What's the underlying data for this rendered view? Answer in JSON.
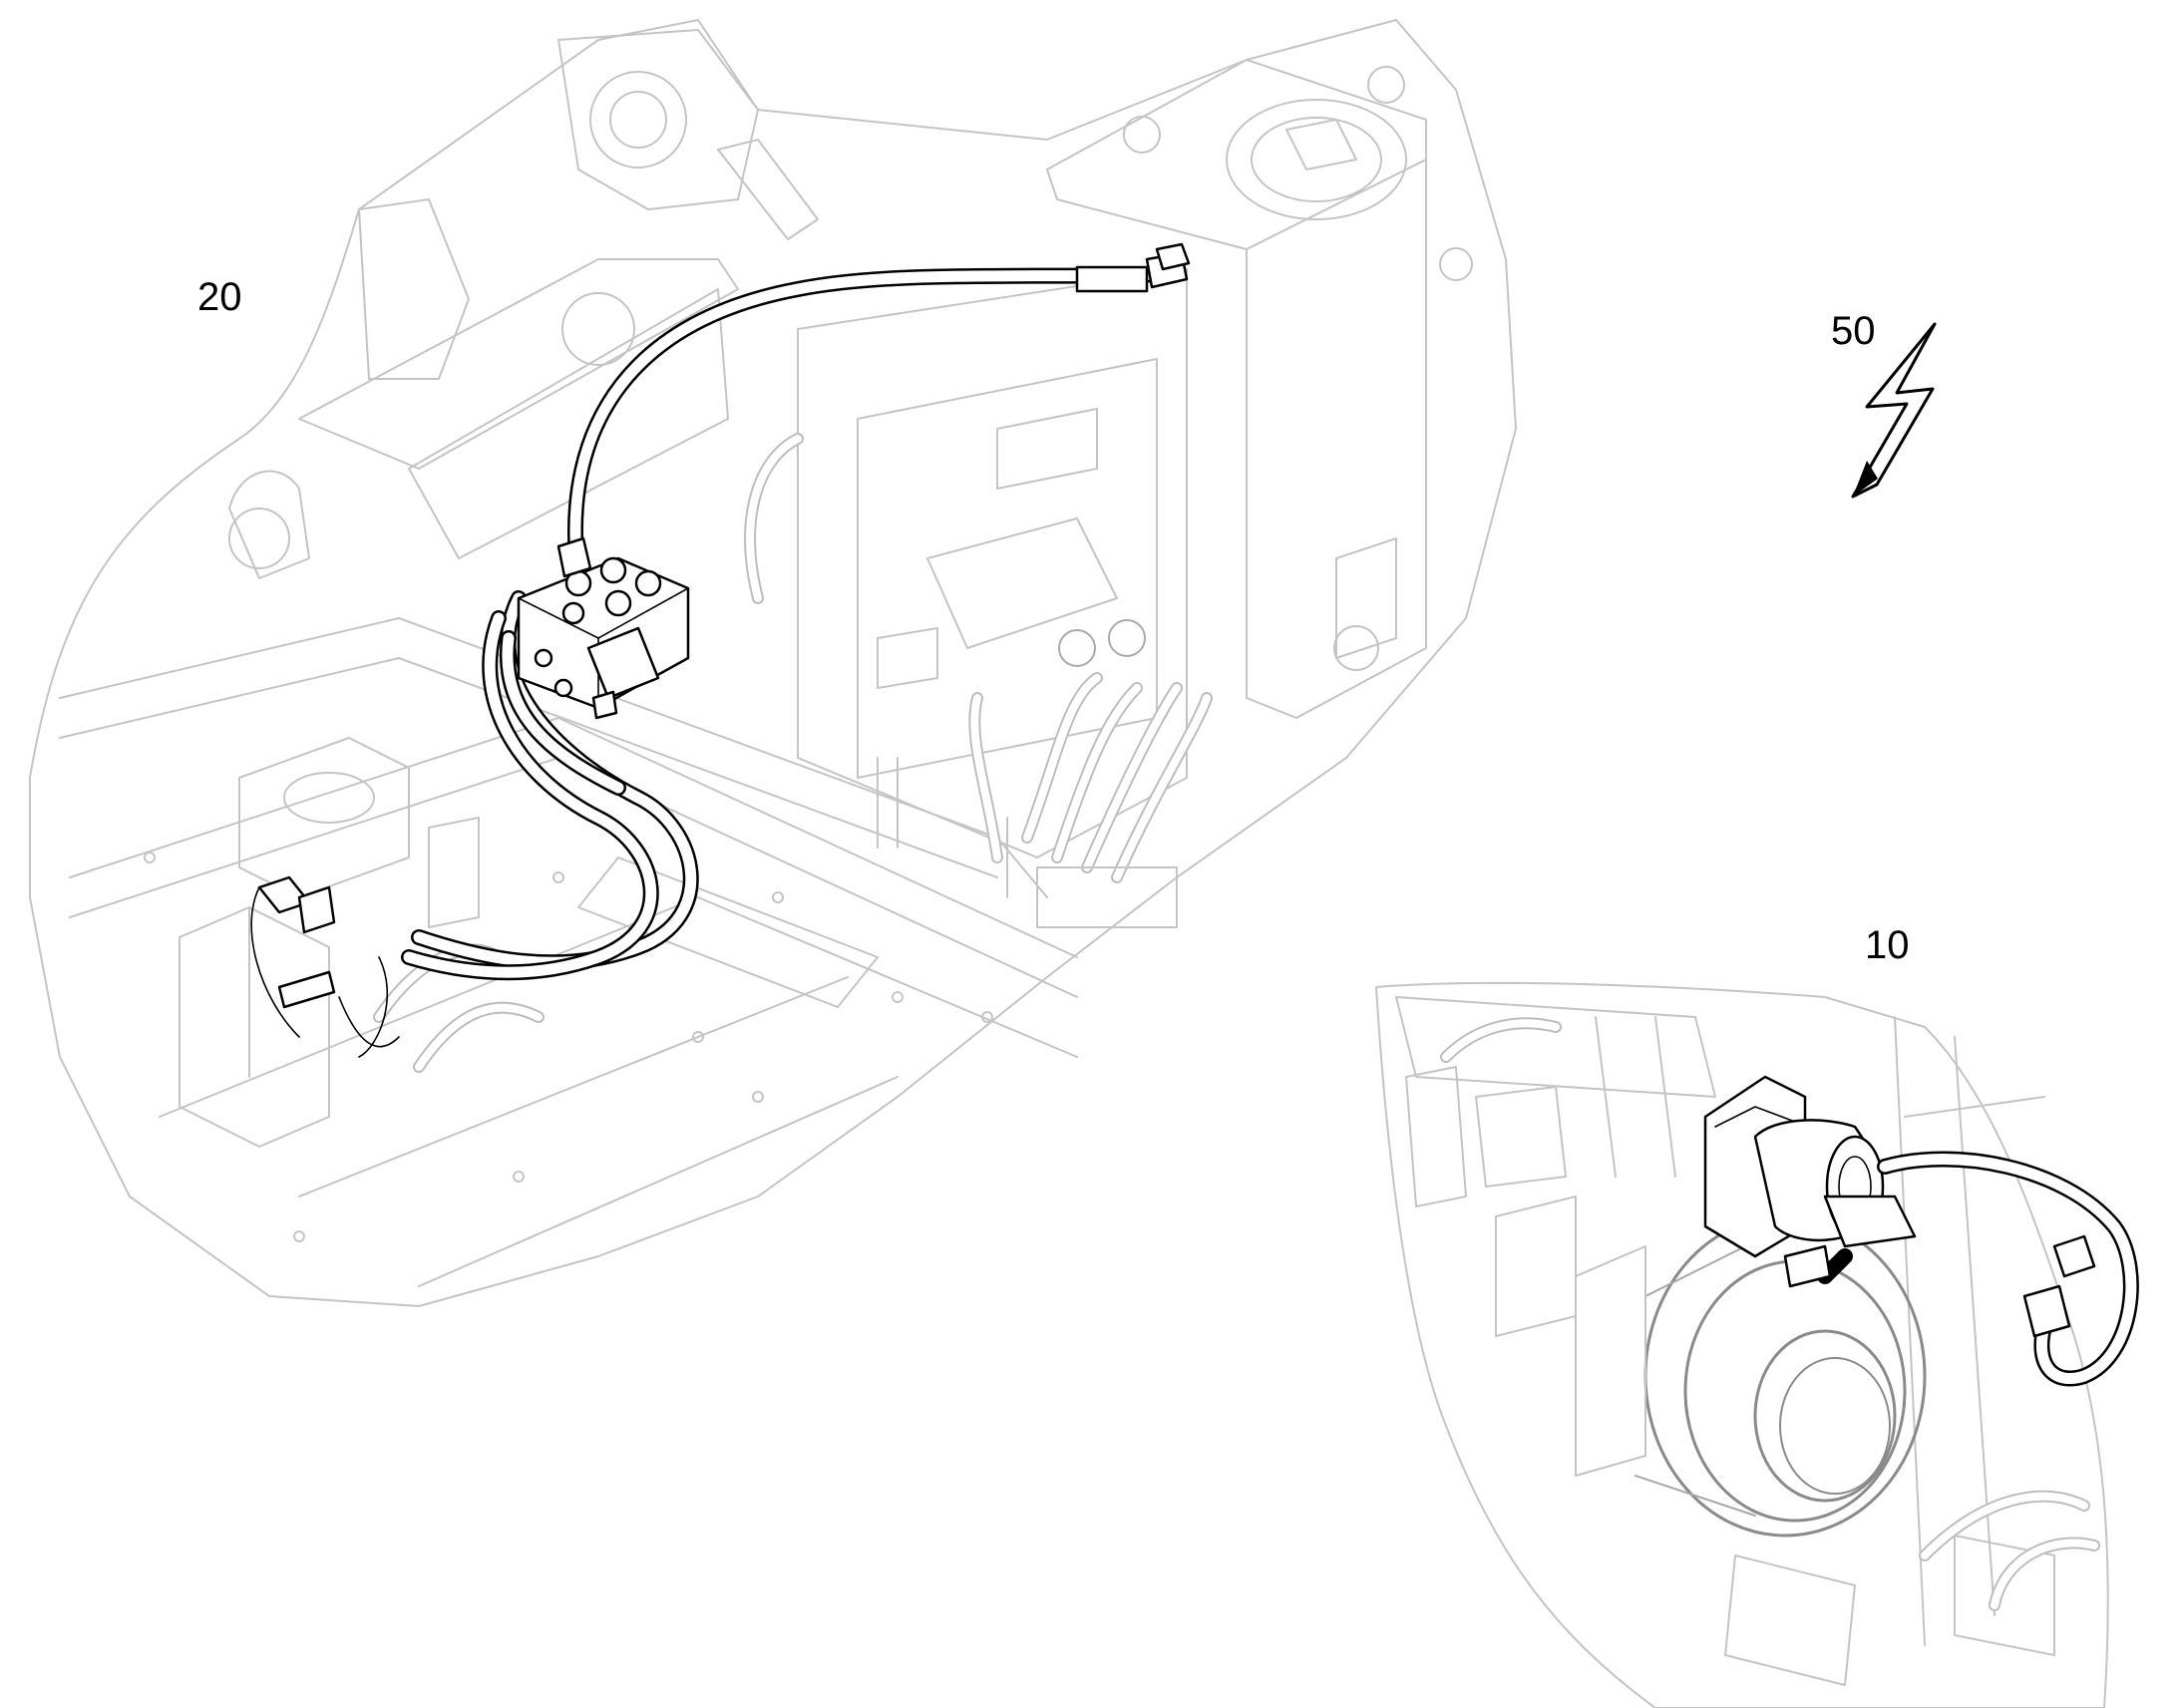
{
  "callouts": {
    "c20": "20",
    "c50": "50",
    "c10": "10"
  },
  "icons": {
    "warning_symbol": "lightning-bolt-icon"
  },
  "colors": {
    "highlight_line": "#000000",
    "context_line": "#c4c4c4",
    "background": "#ffffff"
  }
}
